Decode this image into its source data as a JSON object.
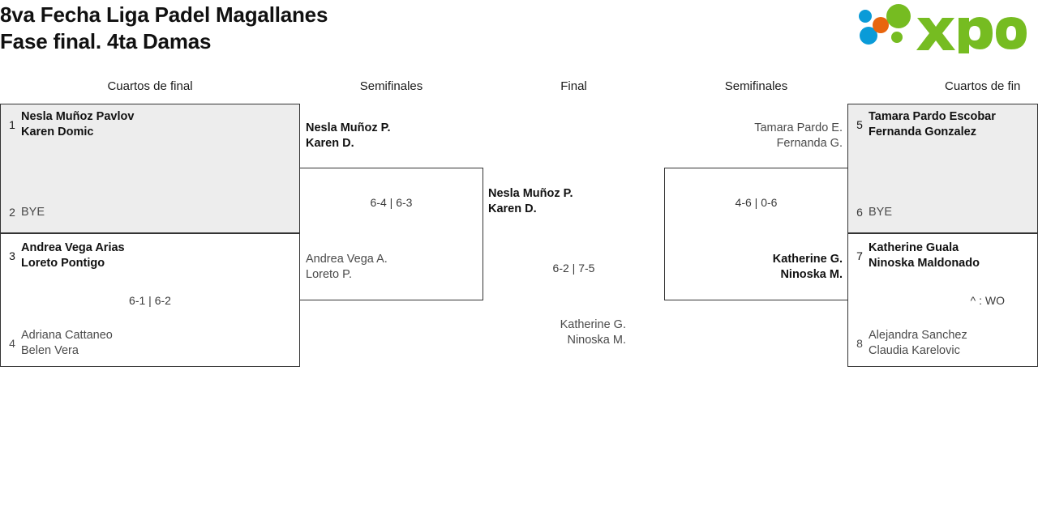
{
  "header": {
    "title_line1": "8va Fecha Liga Padel Magallanes",
    "title_line2": "Fase final. 4ta Damas",
    "logo_text": "xporty",
    "logo_colors": {
      "green": "#76bc21",
      "blue": "#0a9bd8",
      "orange": "#e8650d"
    }
  },
  "rounds": {
    "qf_left": "Cuartos de final",
    "sf_left": "Semifinales",
    "final": "Final",
    "sf_right": "Semifinales",
    "qf_right": "Cuartos de fin"
  },
  "bracket": {
    "qf1": {
      "top": {
        "seed": "1",
        "p1": "Nesla Muñoz Pavlov",
        "p2": "Karen Domic"
      },
      "bottom": {
        "seed": "2",
        "p1": "BYE",
        "p2": ""
      },
      "score": ""
    },
    "qf2": {
      "top": {
        "seed": "3",
        "p1": "Andrea Vega Arias",
        "p2": "Loreto Pontigo"
      },
      "bottom": {
        "seed": "4",
        "p1": "Adriana Cattaneo",
        "p2": "Belen Vera"
      },
      "score": "6-1 | 6-2"
    },
    "qf3": {
      "top": {
        "seed": "5",
        "p1": "Tamara Pardo Escobar",
        "p2": "Fernanda Gonzalez"
      },
      "bottom": {
        "seed": "6",
        "p1": "BYE",
        "p2": ""
      },
      "score": ""
    },
    "qf4": {
      "top": {
        "seed": "7",
        "p1": "Katherine Guala",
        "p2": "Ninoska Maldonado"
      },
      "bottom": {
        "seed": "8",
        "p1": "Alejandra Sanchez",
        "p2": "Claudia Karelovic"
      },
      "score": "^ : WO"
    },
    "sf1": {
      "top": {
        "p1": "Nesla Muñoz P.",
        "p2": "Karen D."
      },
      "bottom": {
        "p1": "Andrea Vega A.",
        "p2": "Loreto P."
      },
      "score": "6-4 | 6-3"
    },
    "sf2": {
      "top": {
        "p1": "Tamara Pardo E.",
        "p2": "Fernanda G."
      },
      "bottom": {
        "p1": "Katherine G.",
        "p2": "Ninoska M."
      },
      "score": "4-6 | 0-6"
    },
    "final": {
      "top": {
        "p1": "Nesla Muñoz P.",
        "p2": "Karen D."
      },
      "bottom": {
        "p1": "Katherine G.",
        "p2": "Ninoska M."
      },
      "score": "6-2 | 7-5"
    }
  }
}
